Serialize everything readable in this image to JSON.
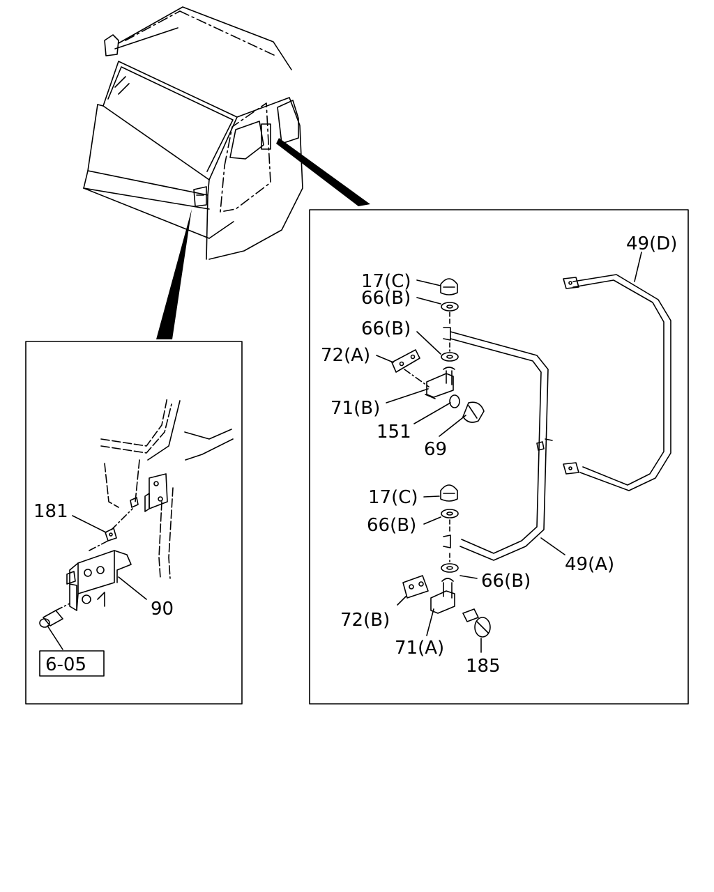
{
  "callouts": {
    "c17c_top": "17(C)",
    "c66b_1": "66(B)",
    "c66b_2": "66(B)",
    "c72a": "72(A)",
    "c71b": "71(B)",
    "c151": "151",
    "c69": "69",
    "c49d": "49(D)",
    "c17c_bot": "17(C)",
    "c66b_3": "66(B)",
    "c49a": "49(A)",
    "c66b_4": "66(B)",
    "c72b": "72(B)",
    "c71a": "71(A)",
    "c185": "185",
    "c181": "181",
    "c90": "90",
    "ref_box": "6-05"
  }
}
